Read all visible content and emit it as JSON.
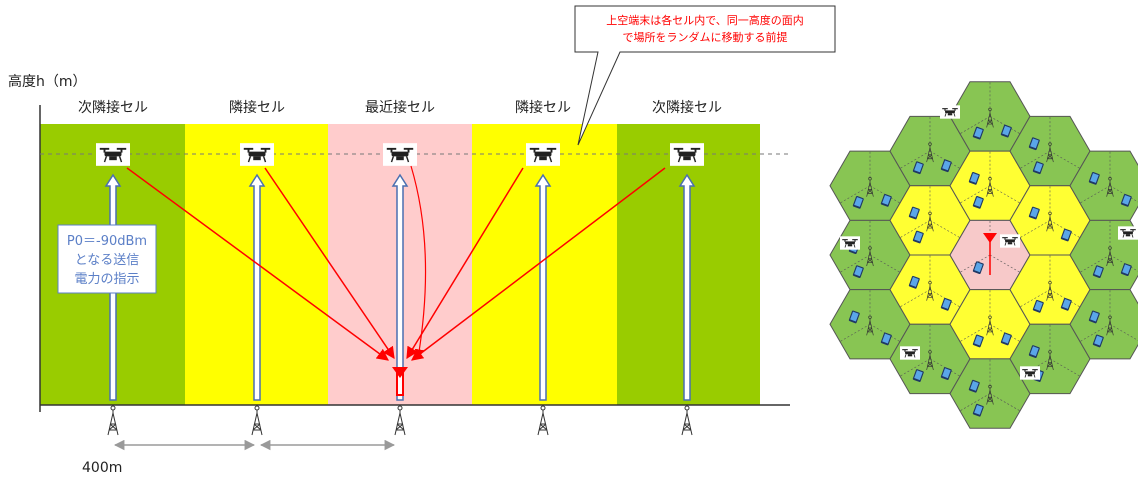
{
  "yaxis_label": "高度h（m）",
  "distance_label": "400m",
  "callout_text": [
    "上空端末は各セル内で、同一高度の面内",
    "で場所をランダムに移動する前提"
  ],
  "power_note": [
    "P0＝-90dBm",
    "となる送信",
    "電力の指示"
  ],
  "cells": [
    {
      "label": "次隣接セル",
      "kind": "second_neighbor"
    },
    {
      "label": "隣接セル",
      "kind": "neighbor"
    },
    {
      "label": "最近接セル",
      "kind": "nearest"
    },
    {
      "label": "隣接セル",
      "kind": "neighbor"
    },
    {
      "label": "次隣接セル",
      "kind": "second_neighbor"
    }
  ],
  "colors": {
    "second_neighbor": "#99cc00",
    "neighbor": "#ffff00",
    "nearest": "#ffcccc",
    "interference_arrow": "#ff0000",
    "callout_text": "#ff0000",
    "note_text": "#5b7fc7",
    "hex_green": "#88c553",
    "hex_yellow": "#ffff33",
    "hex_pink": "#f7c9c9"
  },
  "icons": {
    "drone": "drone-icon",
    "tower": "base-station-tower-icon",
    "receiver": "receiver-antenna-icon",
    "phone": "phone-icon"
  }
}
